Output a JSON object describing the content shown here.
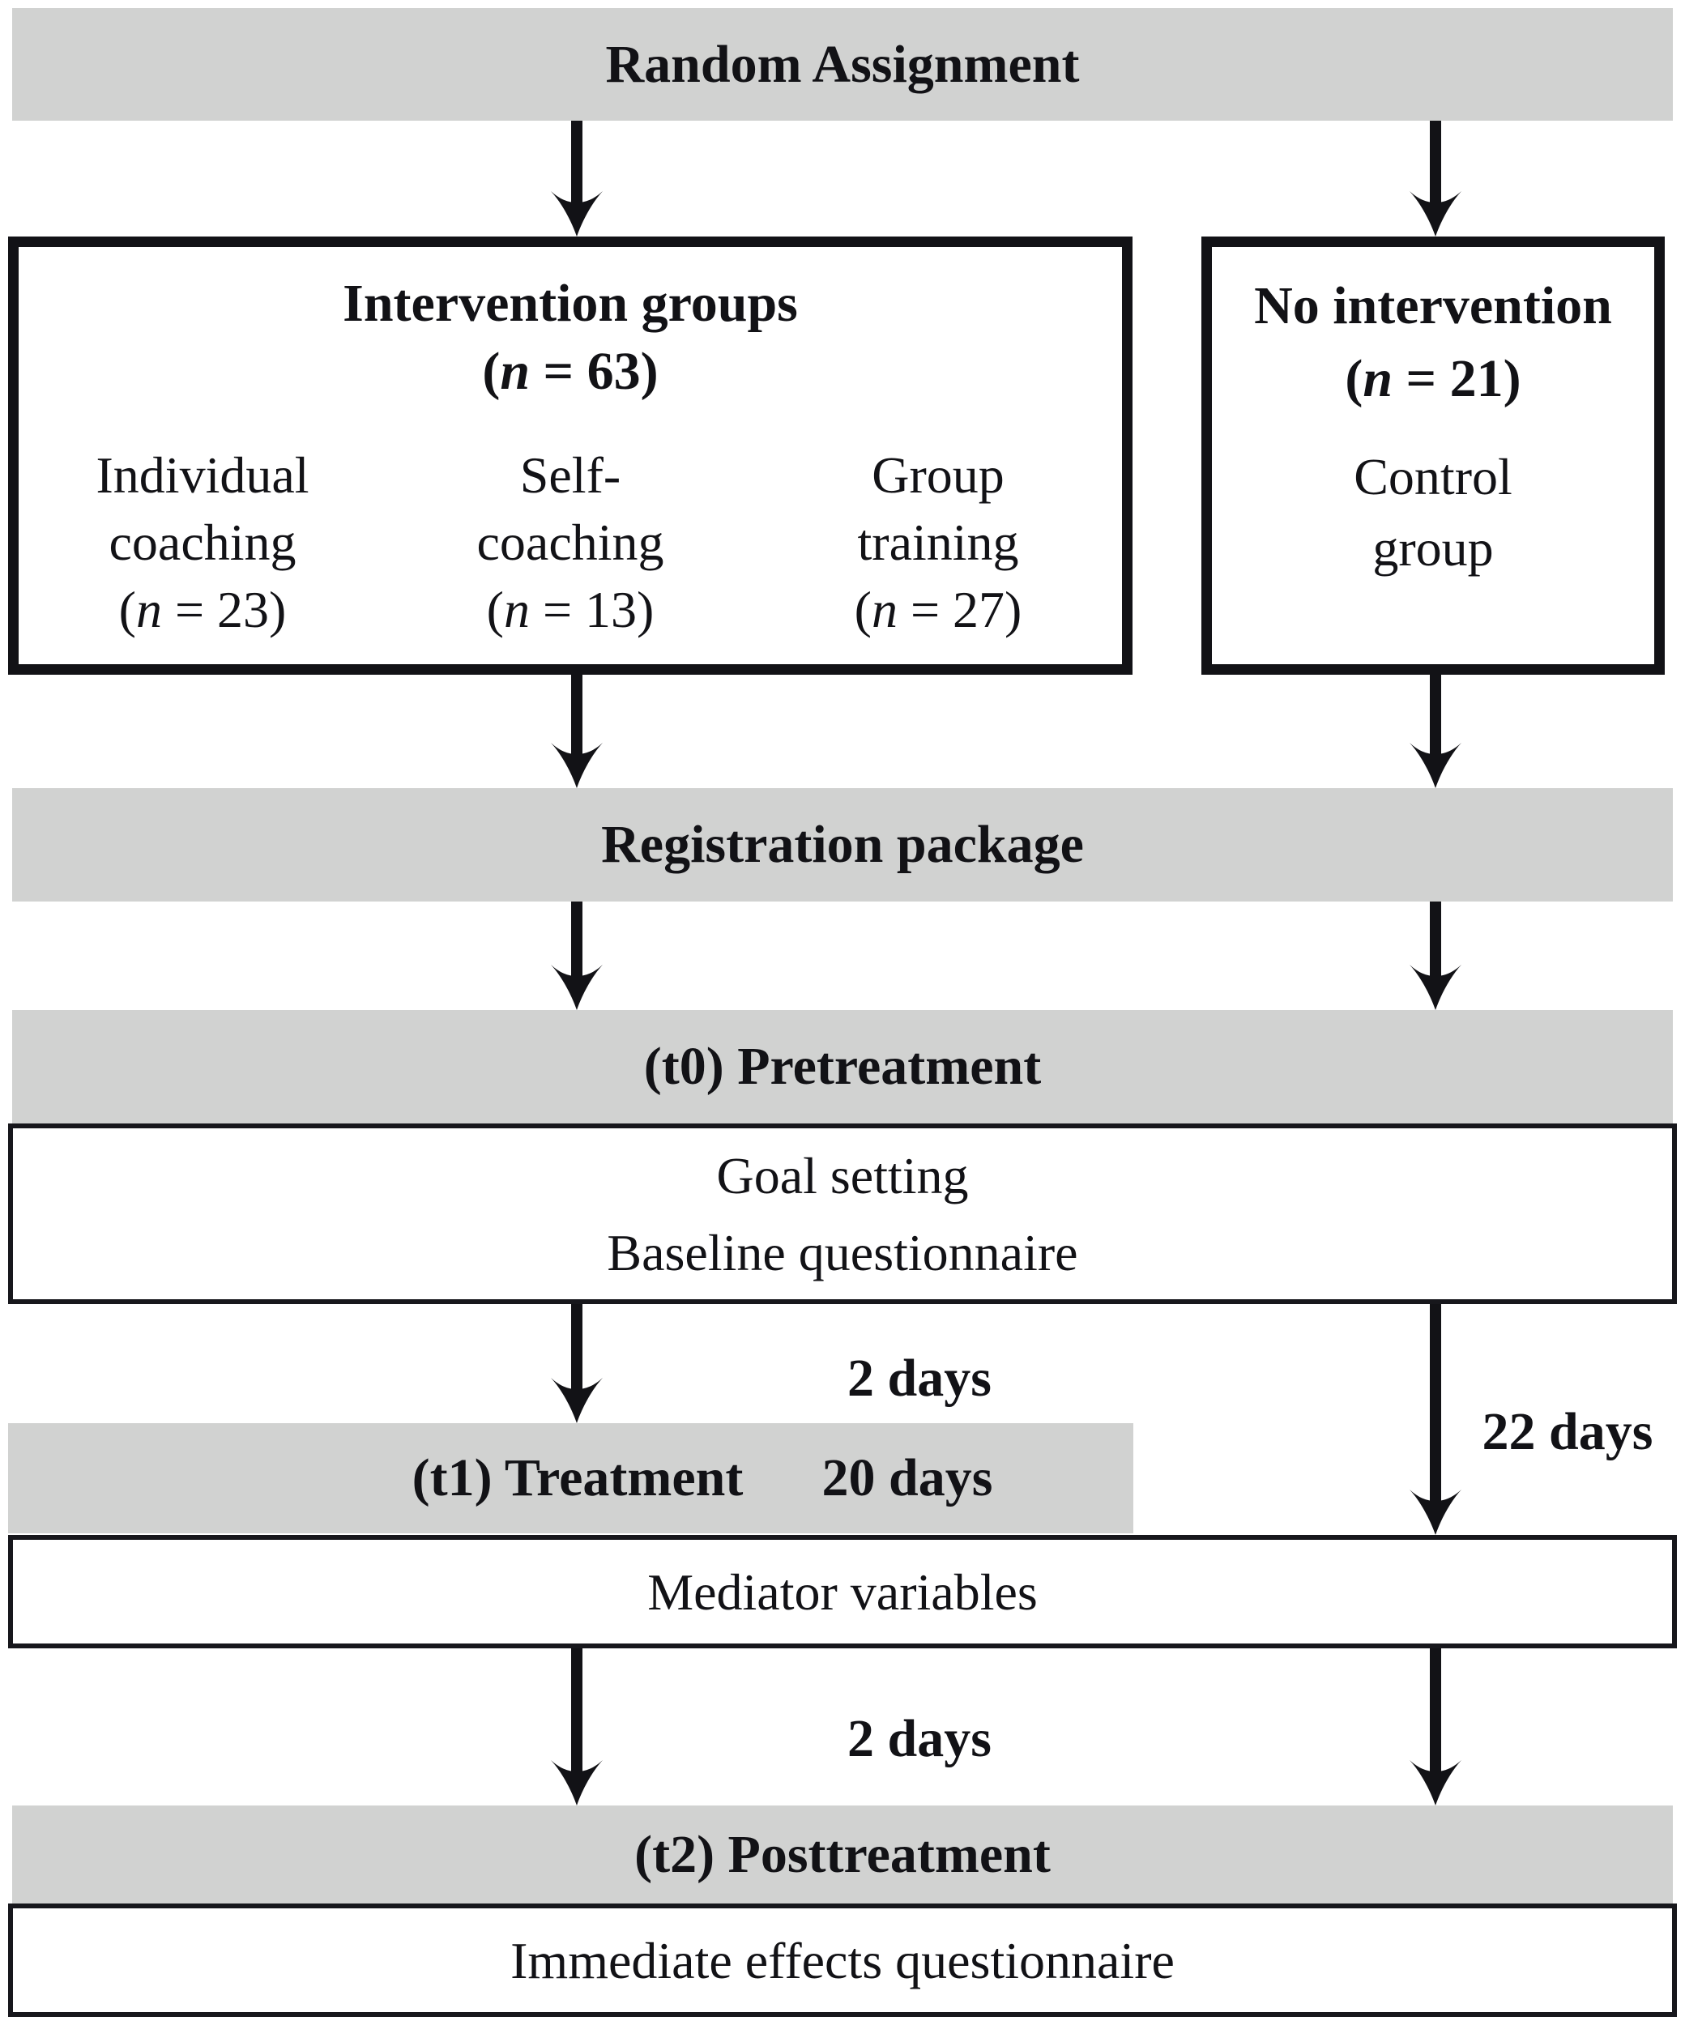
{
  "figure": {
    "background_color": "#ffffff",
    "bar_color": "#d1d2d1",
    "ink_color": "#121216"
  },
  "bars": {
    "random_assignment": "Random Assignment",
    "registration": "Registration package",
    "t0": "(t0) Pretreatment",
    "t1_label": "(t1) Treatment",
    "t1_duration": "20 days",
    "t2": "(t2) Posttreatment"
  },
  "intervention": {
    "title": "Intervention groups",
    "n_open": "(",
    "n_var": "n",
    "n_rest": " = 63)",
    "columns": {
      "0": {
        "line1": "Individual",
        "line2": "coaching",
        "n_open": "(",
        "n_var": "n",
        "n_rest": " = 23)"
      },
      "1": {
        "line1": "Self-",
        "line2": "coaching",
        "n_open": "(",
        "n_var": "n",
        "n_rest": " = 13)"
      },
      "2": {
        "line1": "Group",
        "line2": "training",
        "n_open": "(",
        "n_var": "n",
        "n_rest": " = 27)"
      }
    }
  },
  "control": {
    "title": "No intervention",
    "n_open": "(",
    "n_var": "n",
    "n_rest": " = 21)",
    "line1": "Control",
    "line2": "group"
  },
  "boxes": {
    "goal_line1": "Goal setting",
    "goal_line2": "Baseline questionnaire",
    "mediator": "Mediator variables",
    "immediate": "Immediate effects questionnaire"
  },
  "day_labels": {
    "between_t0_t1": "2 days",
    "control_path": "22 days",
    "between_t1_t2": "2 days"
  }
}
